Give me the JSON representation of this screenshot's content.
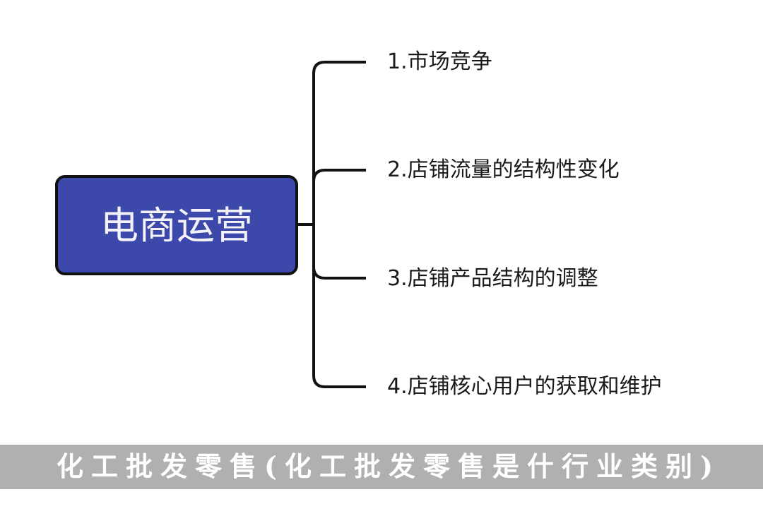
{
  "root": {
    "label": "电商运营",
    "fill": "#3c49ab"
  },
  "branches": [
    {
      "label": "1.市场竞争"
    },
    {
      "label": "2.店铺流量的结构性变化"
    },
    {
      "label": "3.店铺产品结构的调整"
    },
    {
      "label": "4.店铺核心用户的获取和维护"
    }
  ],
  "banner": {
    "title": "化工批发零售(化工批发零售是什行业类别)"
  }
}
